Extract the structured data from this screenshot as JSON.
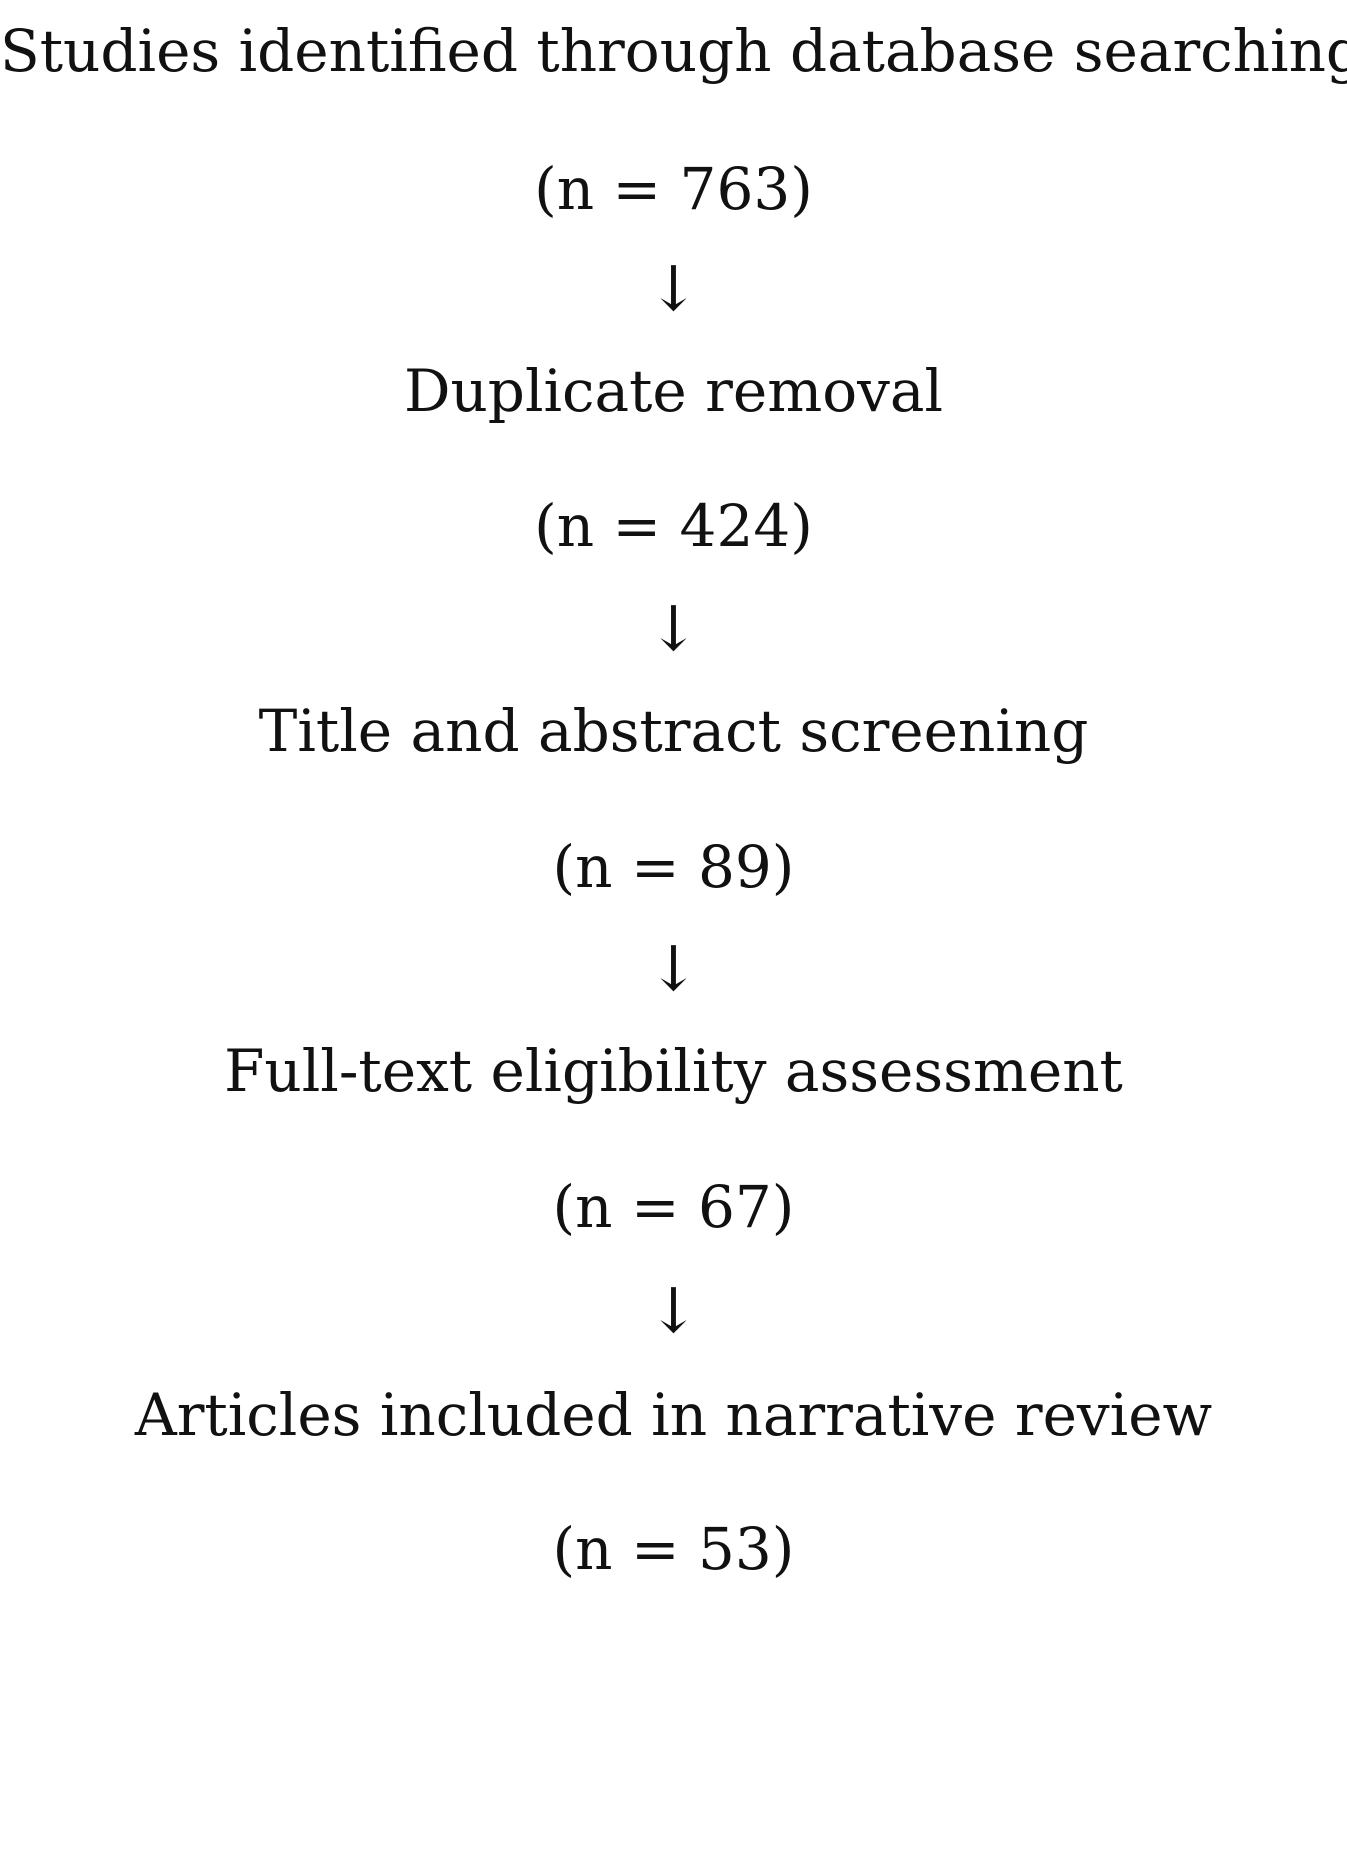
{
  "flow": {
    "arrow_glyph": "↓",
    "steps": [
      {
        "label": "Studies identified through database searching",
        "count": "(n = 763)"
      },
      {
        "label": "Duplicate removal",
        "count": "(n = 424)"
      },
      {
        "label": "Title and abstract screening",
        "count": "(n = 89)"
      },
      {
        "label": "Full-text eligibility assessment",
        "count": "(n = 67)"
      },
      {
        "label": "Articles included in narrative review",
        "count": "(n = 53)"
      }
    ]
  }
}
